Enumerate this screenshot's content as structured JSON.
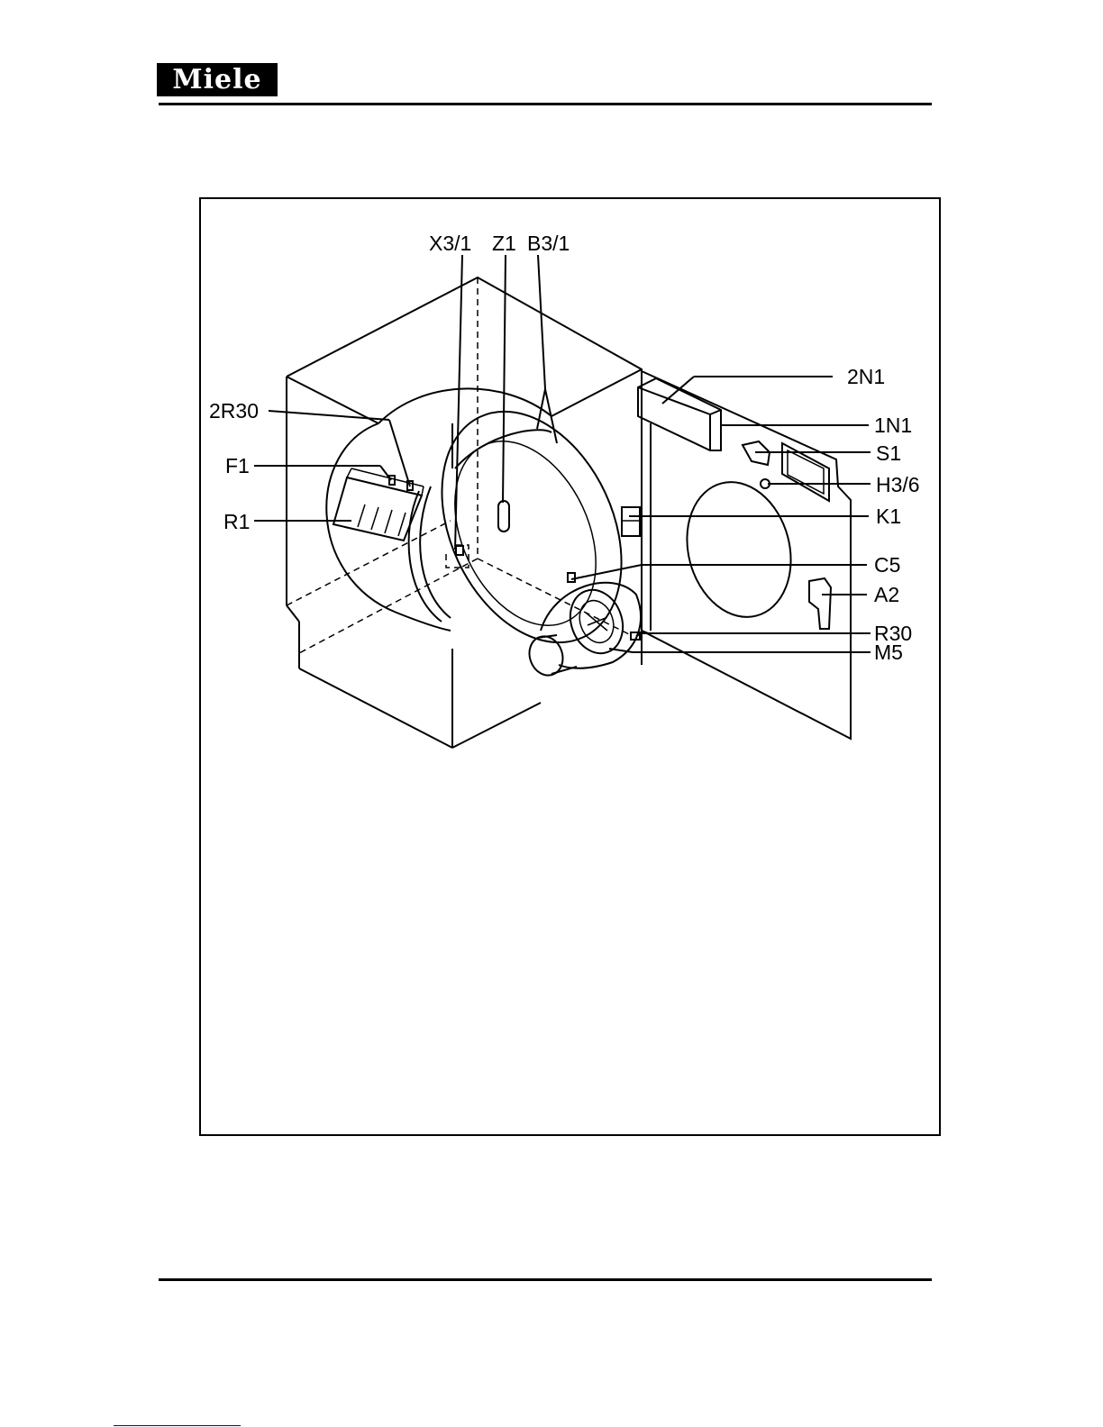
{
  "brand": {
    "logo_text": "Miele"
  },
  "figure": {
    "labels": {
      "x3_1": "X3/1",
      "z1": "Z1",
      "b3_1": "B3/1",
      "n2n1": "2N1",
      "n1n1": "1N1",
      "s1": "S1",
      "h3_6": "H3/6",
      "k1": "K1",
      "c5": "C5",
      "a2": "A2",
      "r30": "R30",
      "m5": "M5",
      "r2r30": "2R30",
      "f1": "F1",
      "r1": "R1"
    }
  },
  "colors": {
    "ink": "#000000",
    "paper": "#ffffff",
    "footer_link": "#0000cc"
  }
}
